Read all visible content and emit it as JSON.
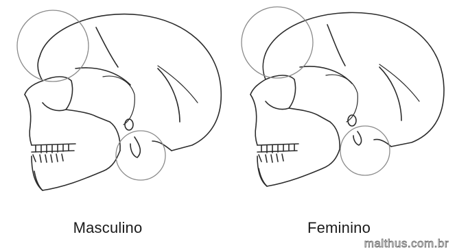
{
  "labels": {
    "male": "Masculino",
    "female": "Feminino"
  },
  "watermark": "malthus.com.br",
  "colors": {
    "line": "#2b2b2b",
    "circle": "#8a8a8a",
    "background": "#ffffff"
  }
}
